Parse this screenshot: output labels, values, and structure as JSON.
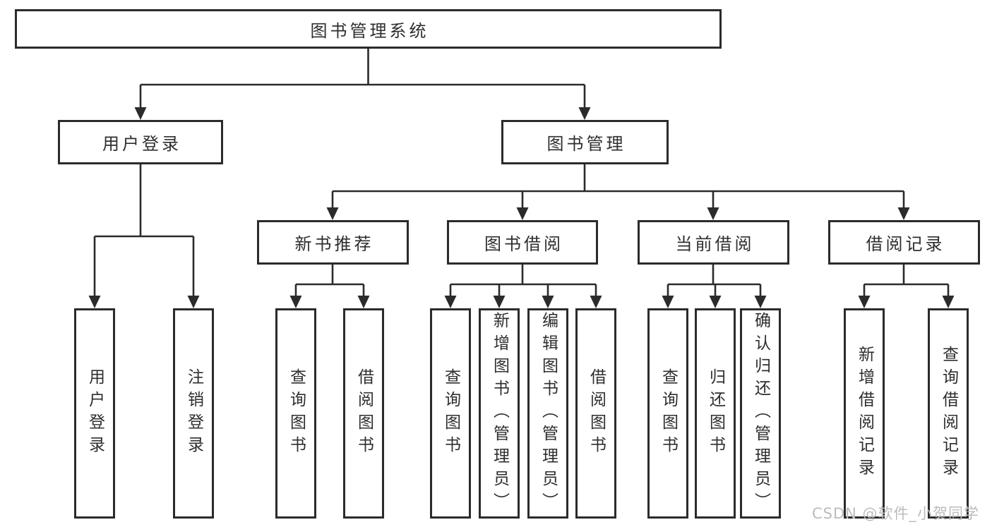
{
  "diagram": {
    "nodes": {
      "root": "图书管理系统",
      "login": "用户登录",
      "mgmt": "图书管理",
      "newbook": "新书推荐",
      "borrow": "图书借阅",
      "current": "当前借阅",
      "records": "借阅记录",
      "login_leaves": [
        "用户登录",
        "注销登录"
      ],
      "newbook_leaves": [
        "查询图书",
        "借阅图书"
      ],
      "borrow_leaves": [
        "查询图书",
        "新增图书（管理员）",
        "编辑图书（管理员）",
        "借阅图书"
      ],
      "current_leaves": [
        "查询图书",
        "归还图书",
        "确认归还（管理员）"
      ],
      "records_leaves": [
        "新增借阅记录",
        "查询借阅记录"
      ]
    },
    "colors": {
      "line": "#2b2b2b",
      "border": "#2b2b2b",
      "text": "#2e2e2e",
      "watermark": "#bcbcbc",
      "background": "#ffffff"
    }
  },
  "watermark": "CSDN @软件_小贺同学"
}
